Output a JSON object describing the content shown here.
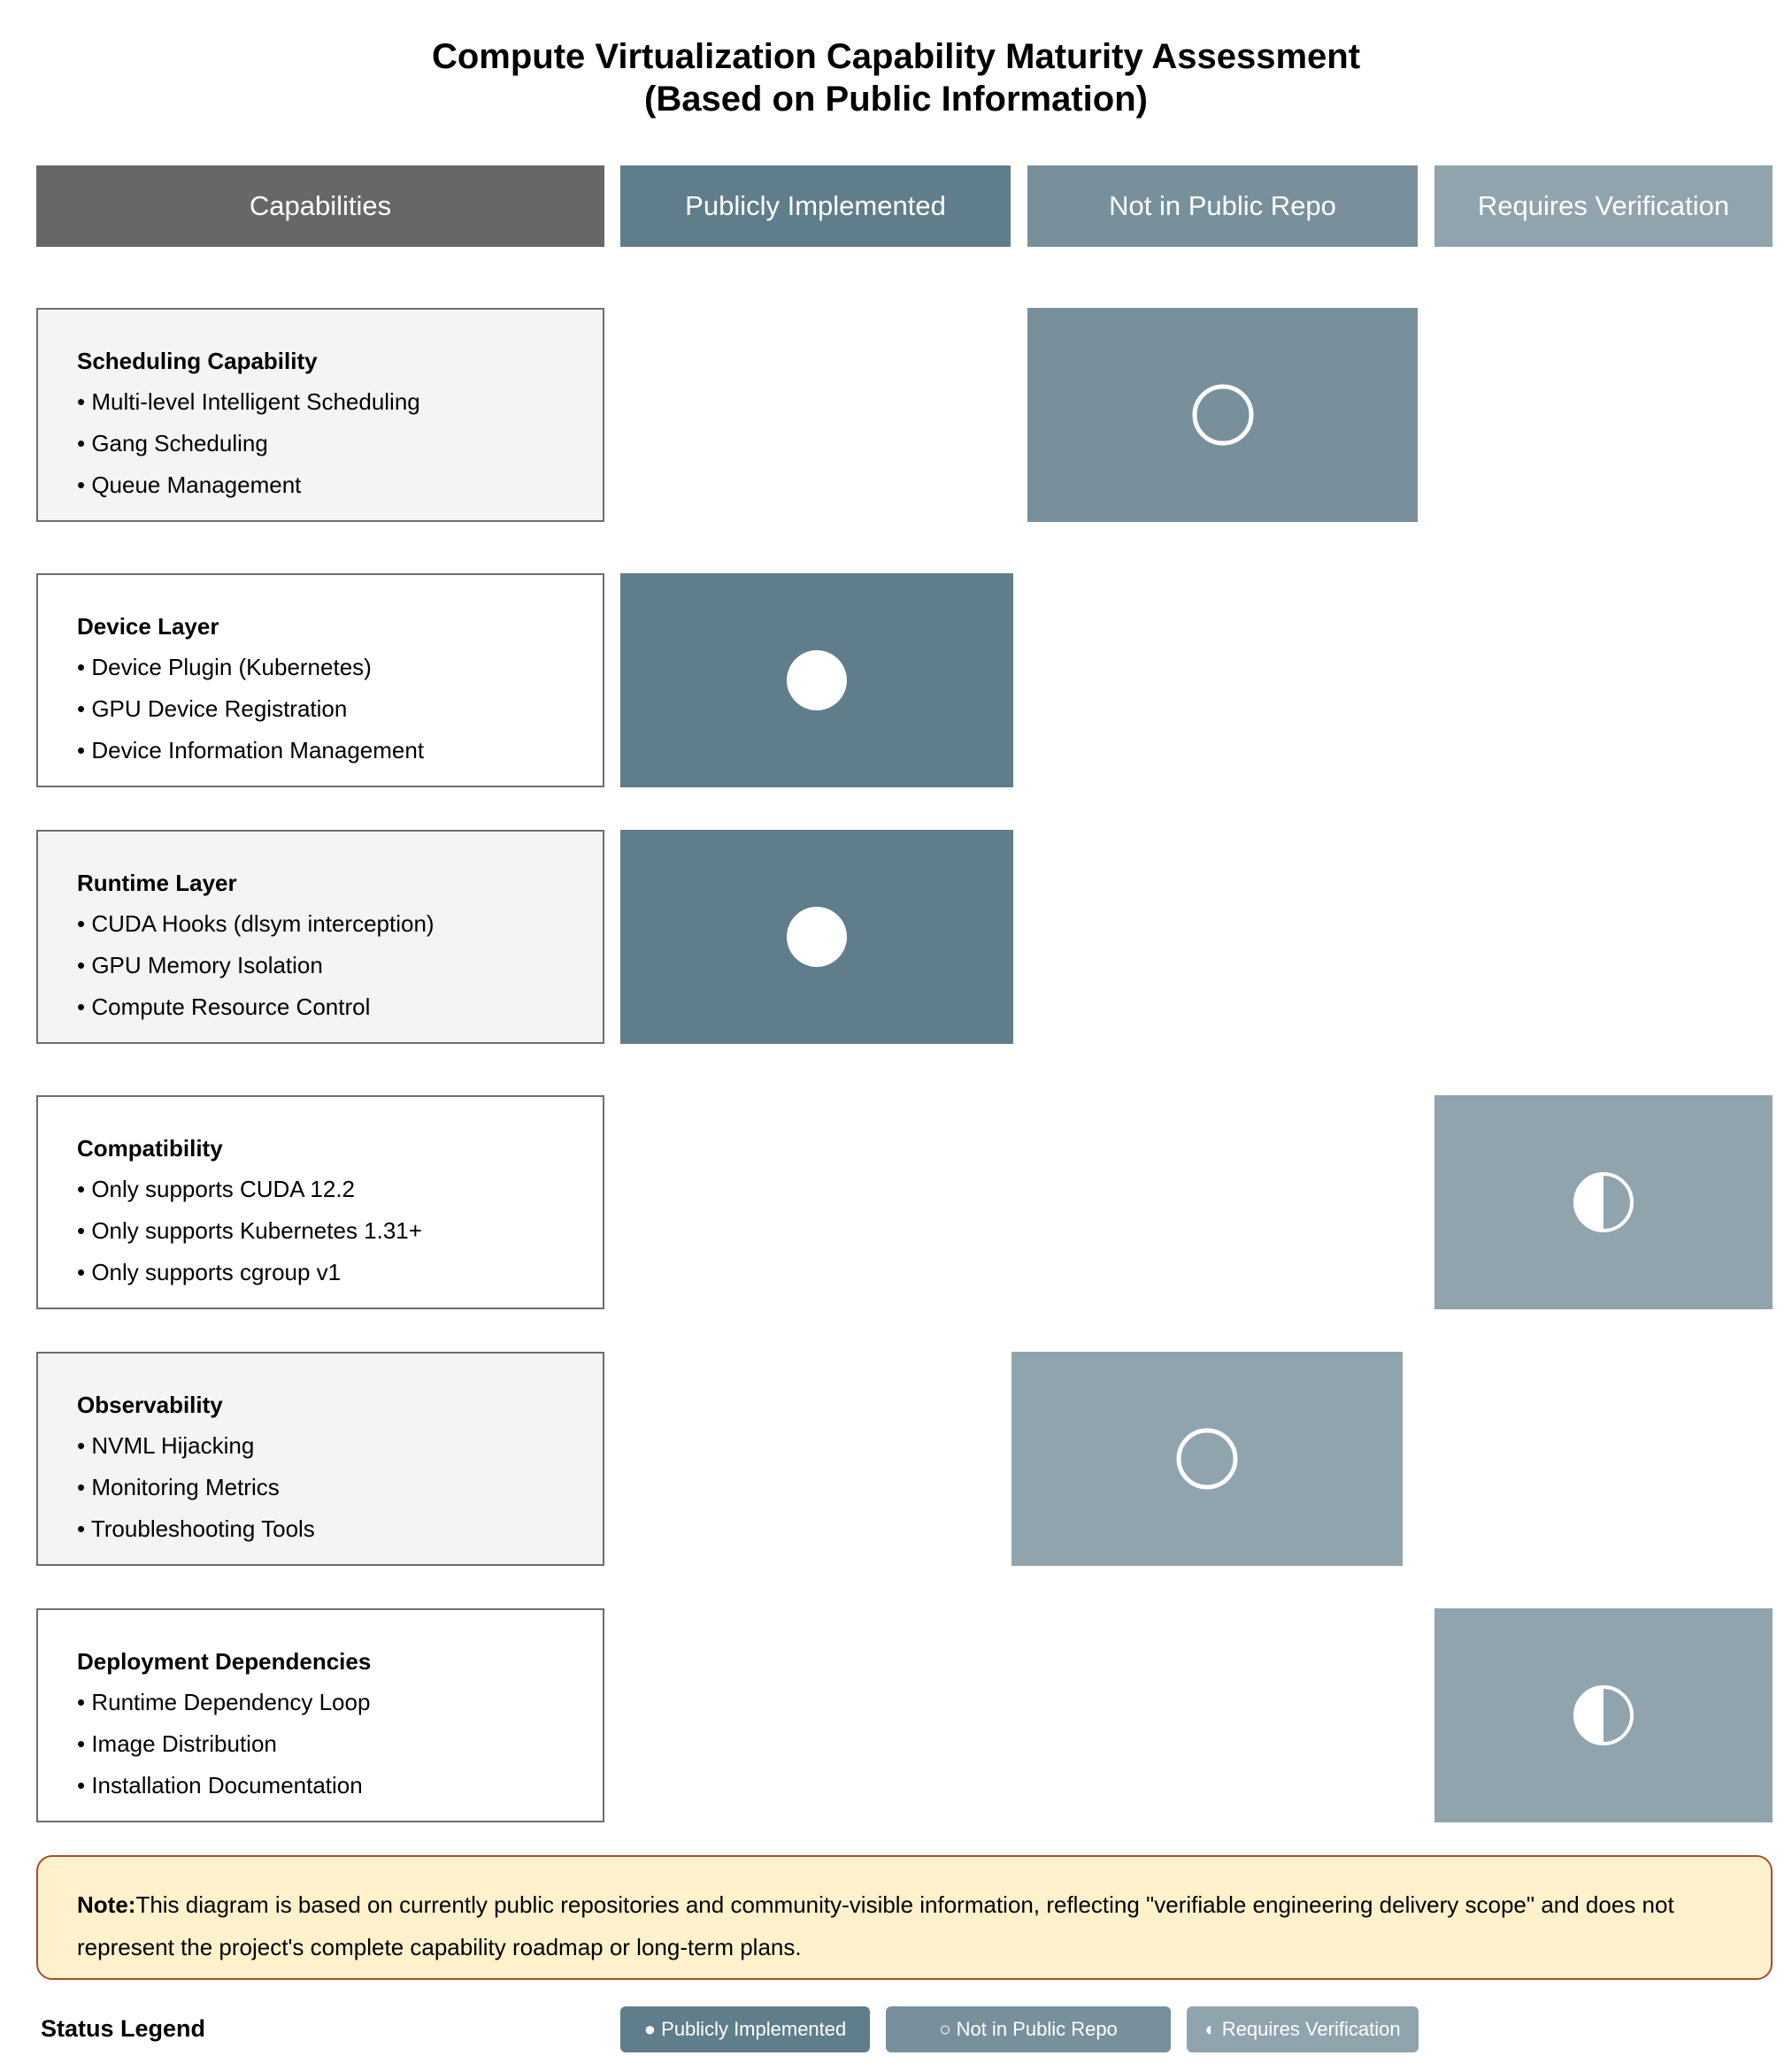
{
  "title": {
    "line1": "Compute Virtualization Capability Maturity Assessment",
    "line2": "(Based on Public Information)"
  },
  "columns": {
    "capabilities": "Capabilities",
    "implemented": "Publicly Implemented",
    "not_public": "Not in Public Repo",
    "verification": "Requires Verification"
  },
  "rows": [
    {
      "title": "Scheduling Capability",
      "items": [
        "Multi-level Intelligent Scheduling",
        "Gang Scheduling",
        "Queue Management"
      ],
      "status": "not_public",
      "status_icon": "hollow-circle-icon"
    },
    {
      "title": "Device Layer",
      "items": [
        "Device Plugin (Kubernetes)",
        "GPU Device Registration",
        "Device Information Management"
      ],
      "status": "implemented",
      "status_icon": "filled-circle-icon"
    },
    {
      "title": "Runtime Layer",
      "items": [
        "CUDA Hooks (dlsym interception)",
        "GPU Memory Isolation",
        "Compute Resource Control"
      ],
      "status": "implemented",
      "status_icon": "filled-circle-icon"
    },
    {
      "title": "Compatibility",
      "items": [
        "Only supports CUDA 12.2",
        "Only supports Kubernetes 1.31+",
        "Only supports cgroup v1"
      ],
      "status": "verification",
      "status_icon": "half-circle-icon"
    },
    {
      "title": "Observability",
      "items": [
        "NVML Hijacking",
        "Monitoring Metrics",
        "Troubleshooting Tools"
      ],
      "status": "not_public",
      "status_icon": "hollow-circle-icon"
    },
    {
      "title": "Deployment Dependencies",
      "items": [
        "Runtime Dependency Loop",
        "Image Distribution",
        "Installation Documentation"
      ],
      "status": "verification",
      "status_icon": "half-circle-icon"
    }
  ],
  "note": {
    "label": "Note:",
    "text": "This diagram is based on currently public repositories and community-visible information, reflecting \"verifiable engineering delivery scope\" and does not represent the project's complete capability roadmap or long-term plans."
  },
  "legend": {
    "title": "Status Legend",
    "implemented": "● Publicly Implemented",
    "not_public": "○ Not in Public Repo",
    "verification": "◐ Requires Verification"
  },
  "colors": {
    "capabilities_header": "#676767",
    "implemented": "#607d8b",
    "not_public": "#78909c",
    "verification": "#90a4ae",
    "note_background": "#fff1cc",
    "note_border": "#a0522d"
  }
}
